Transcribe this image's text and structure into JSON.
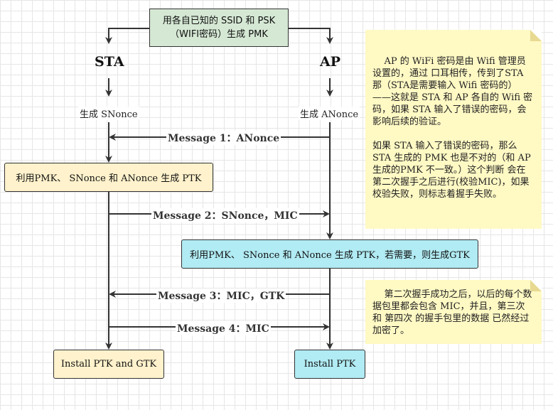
{
  "top_box": {
    "line1": "用各自已知的 SSID 和 PSK",
    "line2": "（WIFI密码）生成 PMK"
  },
  "actors": {
    "sta": "STA",
    "ap": "AP"
  },
  "generate": {
    "sta": "生成 SNonce",
    "ap": "生成 ANonce"
  },
  "messages": {
    "m1": "Message 1：ANonce",
    "m2": "Message 2：SNonce，MIC",
    "m3": "Message 3：MIC，GTK",
    "m4": "Message 4：MIC"
  },
  "steps": {
    "sta_ptk": "利用PMK、 SNonce 和 ANonce 生成 PTK",
    "ap_ptk": "利用PMK、 SNonce 和 ANonce 生成 PTK，若需要，则生成GTK",
    "sta_install": "Install PTK and GTK",
    "ap_install": "Install PTK"
  },
  "notes": {
    "note1_p1": "    AP 的 WiFi 密码是由 Wifi 管理员设置的，通过 口耳相传，传到了STA 那（STA是需要输入 Wifi 密码的）——这就是 STA 和 AP 各自的 Wifi 密码，如果 STA 输入了错误的密码，会影响后续的验证。",
    "note1_p2": "如果 STA 输入了错误的密码，那么 STA 生成的 PMK 也是不对的（和 AP 生成的PMK 不一致。）这个判断 会在第二次握手之后进行(校验MIC)，如果校验失败，则标志着握手失败。",
    "note2": "    第二次握手成功之后，以后的每个数据包里都会包含 MIC，并且，第三次 和 第四次 的握手包里的数据 已然经过加密了。"
  },
  "colors": {
    "green_box": "#d5e8d4",
    "yellow_box": "#fff2cc",
    "cyan_box": "#b1ebf3",
    "note_bg": "#fff9c4",
    "line": "#333333"
  }
}
